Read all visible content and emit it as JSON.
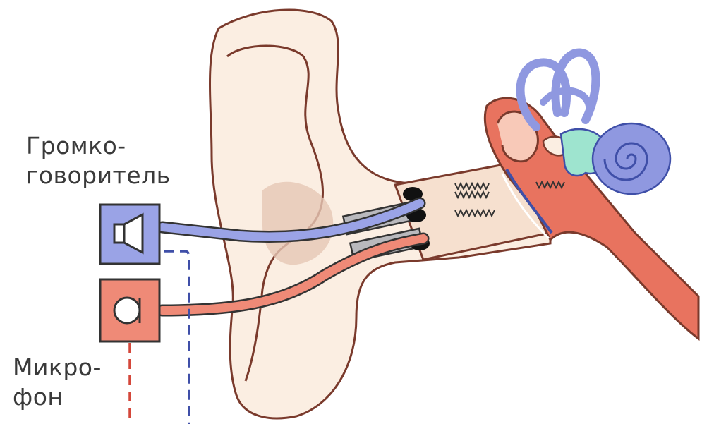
{
  "labels": {
    "speaker_line1": "Громко-",
    "speaker_line2": "говоритель",
    "microphone_line1": "Микро-",
    "microphone_line2": "фон"
  },
  "colors": {
    "speaker_box": "#9aa3e6",
    "speaker_cable": "#9aa3e6",
    "microphone_box": "#ef8a77",
    "microphone_cable": "#ef8a77",
    "ear_skin": "#fbeee2",
    "ear_outline": "#7a3a2c",
    "middle_ear": "#e8735f",
    "semicircular_canals": "#8f98e0",
    "cochlea": "#8f98e0",
    "vestibule": "#9ee4cf",
    "dashed_blue": "#3f4fa8",
    "dashed_red": "#d4473a"
  },
  "icons": {
    "speaker": "speaker-icon",
    "microphone": "microphone-icon"
  }
}
